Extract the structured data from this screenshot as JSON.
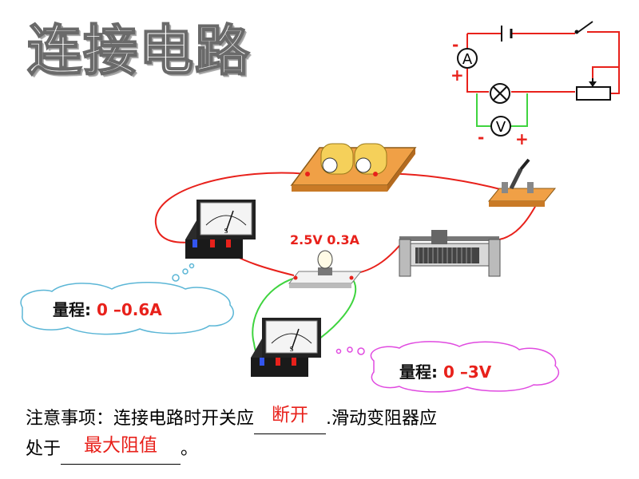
{
  "title": "连接电路",
  "bulb_spec": "2.5V  0.3A",
  "ammeter_range": {
    "label": "量程:",
    "value": "0 –0.6A"
  },
  "voltmeter_range": {
    "label": "量程:",
    "value": "0 –3V"
  },
  "schematic": {
    "ammeter_symbol": "A",
    "voltmeter_symbol": "V",
    "ammeter_minus": "-",
    "ammeter_plus": "+",
    "voltmeter_minus": "-",
    "voltmeter_plus": "+"
  },
  "meter_face_letter": "S",
  "note": {
    "part1": "注意事项：连接电路时开关应",
    "blank1": "断开",
    "part2": ".滑动变阻器应",
    "part3": "处于",
    "blank2": "最大阻值",
    "part4": "。"
  },
  "colors": {
    "wire_red": "#e8211b",
    "wire_green": "#3fd43f",
    "wire_black": "#111111",
    "cloud_blue": "#5bb6d6",
    "cloud_pink": "#e04ae0"
  }
}
